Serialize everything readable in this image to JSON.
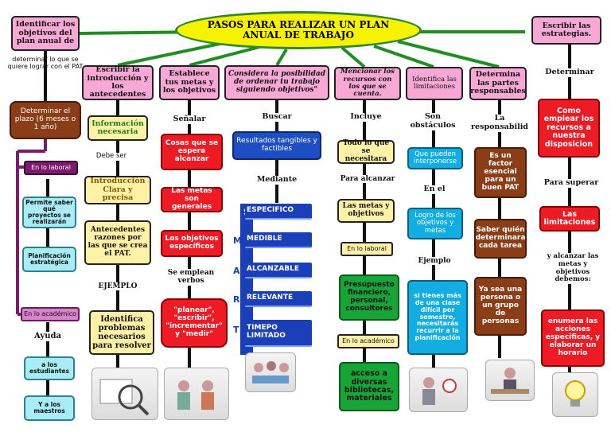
{
  "title": "PASOS PARA REALIZAR UN PLAN ANUAL DE TRABAJO",
  "col1": {
    "header": "Identificar los objetivos del plan anual de",
    "t1": "determinar lo que se quiere lograr con el PAT",
    "brown": "Determinar el plazo (6 meses o 1 año)",
    "laboral": "En lo laboral",
    "c1": "Permite saber qué proyectos se realizarán",
    "c2": "Planificación estratégica",
    "academico": "En lo académico",
    "ayuda": "Ayuda",
    "c3": "a los estudiantes",
    "c4": "Y a los maestros"
  },
  "col2": {
    "header": "Escribir la introducción y los antecedentes",
    "b1": "Información necesaria",
    "t1": "Debe ser",
    "b2": "Introducción Clara y precisa",
    "b3": "Antecedentes razones por las que se crea el PAT.",
    "t2": "EJEMPLO",
    "b4": "Identifica problemas necesarios para resolver"
  },
  "col3": {
    "header": "Establece tus metas y los objetivos",
    "t1": "Señalar",
    "r1": "Cosas que se espera alcanzar",
    "r2": "Las metas son generales",
    "r3": "Los objetivos específicos",
    "t2": "Se emplean verbos",
    "r4": "\"planear\", \"escribir\", \"incrementar\" y \"medir\""
  },
  "col4": {
    "header": "Considera la posibilidad de ordenar tu trabajo siguiendo objetivos\"",
    "t1": "Buscar",
    "b1": "Resultados tangibles y factibles",
    "t2": "Mediante",
    "smart": [
      {
        "letter": "S",
        "word": "ESPECIFICO"
      },
      {
        "letter": "M",
        "word": "MEDIBLE"
      },
      {
        "letter": "A",
        "word": "ALCANZABLE"
      },
      {
        "letter": "R",
        "word": "RELEVANTE"
      },
      {
        "letter": "T",
        "word": "TIMEPO LIMITADO"
      }
    ]
  },
  "col5": {
    "header": "Mencionar los recursos con los que se cuenta.",
    "t1": "Incluye",
    "b1": "Todo lo que se necesitara",
    "t2": "Para alcanzar",
    "b2": "Las metas y objetivos",
    "b3": "En lo laboral",
    "g1": "Presupuesto financiero, personal, consultores",
    "b4": "En lo académico",
    "g2": "acceso a diversas bibliotecas, materiales"
  },
  "col6": {
    "header": "Identifica las limitaciones",
    "t1": "Son obstáculos",
    "b1": "Que pueden interponerse",
    "t2": "En el",
    "b2": "Logro de los objetivos y metas",
    "t3": "Ejemplo",
    "b3": "si tienes más de una clase difícil por semestre, necesitarás recurrir a la planificación"
  },
  "col7": {
    "header": "Determina las partes responsables",
    "t1": "La responsabilid",
    "b1": "Es un factor esencial para un buen PAT",
    "b2": "Saber quién determinara cada tarea",
    "b3": "Ya sea una persona o un grupo de personas"
  },
  "col8": {
    "header": "Escribir las estrategias.",
    "t1": "Determinar",
    "r1": "Como emplear los recursos a nuestra disposicion",
    "t2": "Para superar",
    "r2": "Las limitaciones",
    "t3": "y alcanzar las metas y objetivos debemos:",
    "r3": "enumera las acciones especificas, y elaborar un horario"
  },
  "colors": {
    "title_bg": "#f7f200",
    "title_border": "#2c8a2c",
    "connector_green": "#1f8f22",
    "connector_black": "#111111",
    "connector_purple": "#7d1a6e"
  }
}
